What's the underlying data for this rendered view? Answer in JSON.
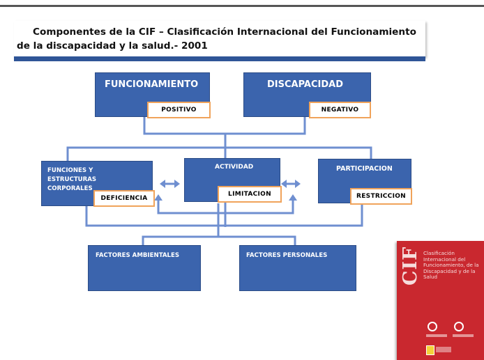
{
  "title": "Componentes de la CIF – Clasificación Internacional del Funcionamiento de la discapacidad y la salud.- 2001",
  "nodes": {
    "funcionamiento": "FUNCIONAMIENTO",
    "discapacidad": "DISCAPACIDAD",
    "funciones": "FUNCIONES  Y ESTRUCTURAS CORPORALES",
    "actividad": "ACTIVIDAD",
    "participacion": "PARTICIPACION",
    "ambientales": "FACTORES AMBIENTALES",
    "personales": "FACTORES PERSONALES"
  },
  "tags": {
    "positivo": "POSITIVO",
    "negativo": "NEGATIVO",
    "deficiencia": "DEFICIENCIA",
    "limitacion": "LIMITACION",
    "restriccion": "RESTRICCION"
  },
  "cover": {
    "logo": "CIF",
    "text": "Clasificación Internacional del Funcionamiento, de la Discapacidad y de la Salud"
  },
  "colors": {
    "box": "#3b64ad",
    "connector": "#6f8fd0",
    "tag_border": "#f0a35a",
    "cover": "#c9282f",
    "title_bar": "#2f5597"
  }
}
